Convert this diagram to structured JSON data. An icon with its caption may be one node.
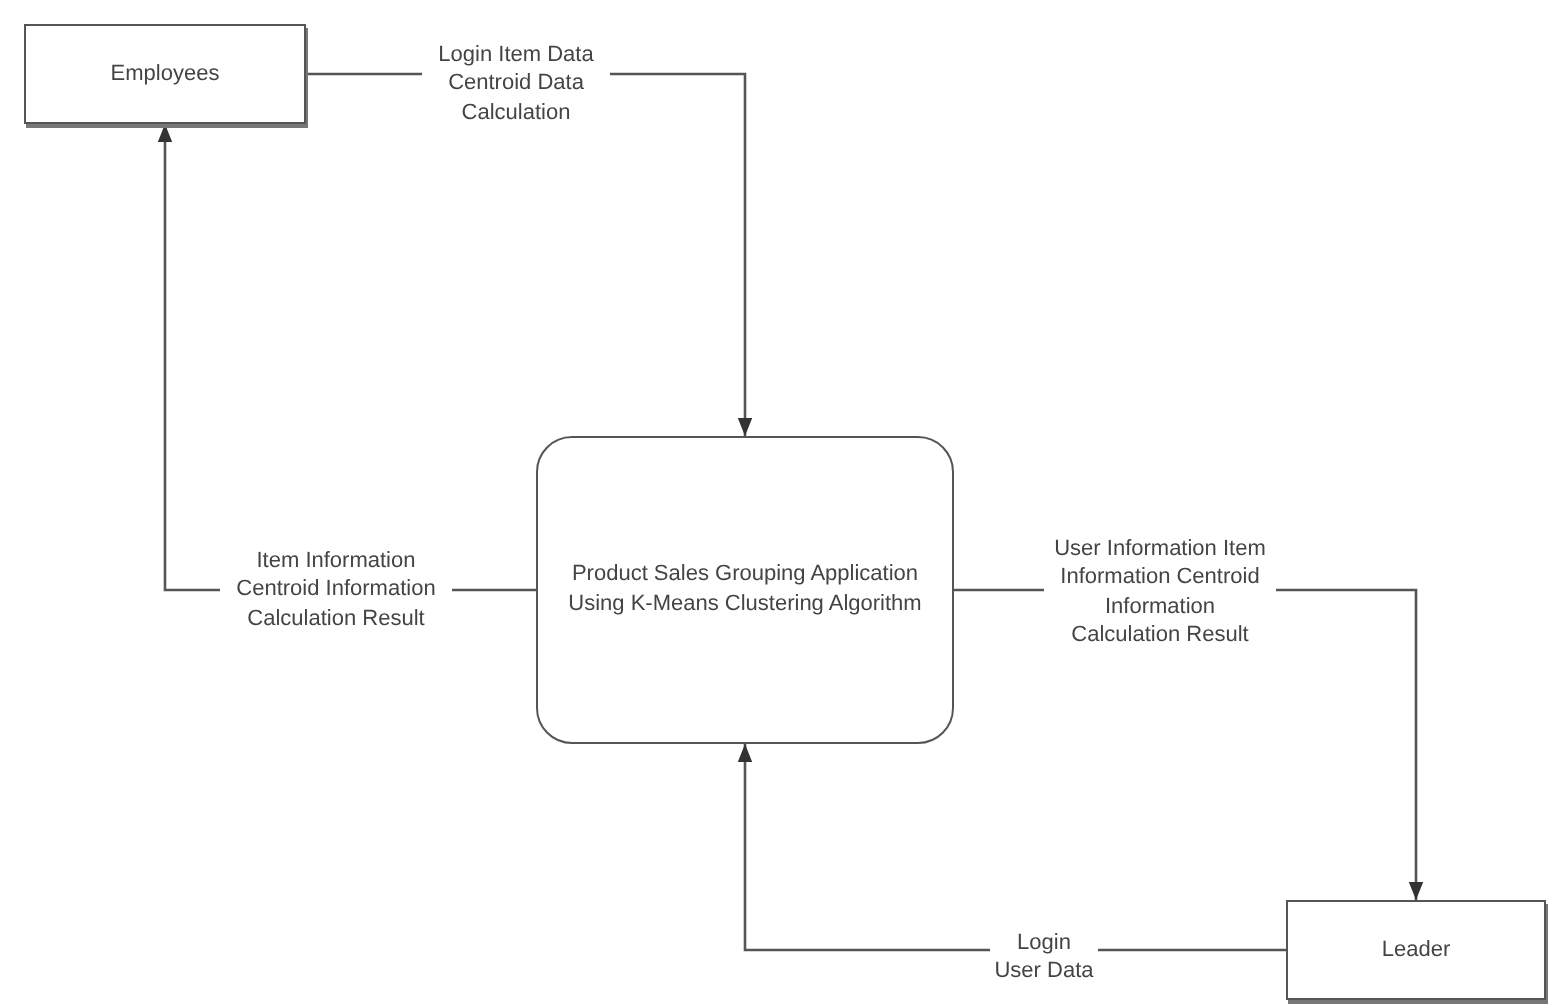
{
  "diagram": {
    "nodes": [
      {
        "text": [
          "Employees"
        ]
      },
      {
        "text": [
          "Product Sales Grouping Application Using K-Means Clustering Algorithm"
        ]
      },
      {
        "text": [
          "Leader"
        ]
      }
    ],
    "edges": [
      {
        "from": 0,
        "to": 1,
        "arrow": "to",
        "label": "Login Item Data Centroid Data Calculation"
      },
      {
        "from": 1,
        "to": 0,
        "arrow": "to",
        "label": "Item Information Centroid Information Calculation Result"
      },
      {
        "from": 1,
        "to": 2,
        "arrow": "to",
        "label": "User Information Item Information Centroid Information Calculation Result"
      },
      {
        "from": 2,
        "to": 1,
        "arrow": "to",
        "label": "Login User Data"
      }
    ]
  }
}
